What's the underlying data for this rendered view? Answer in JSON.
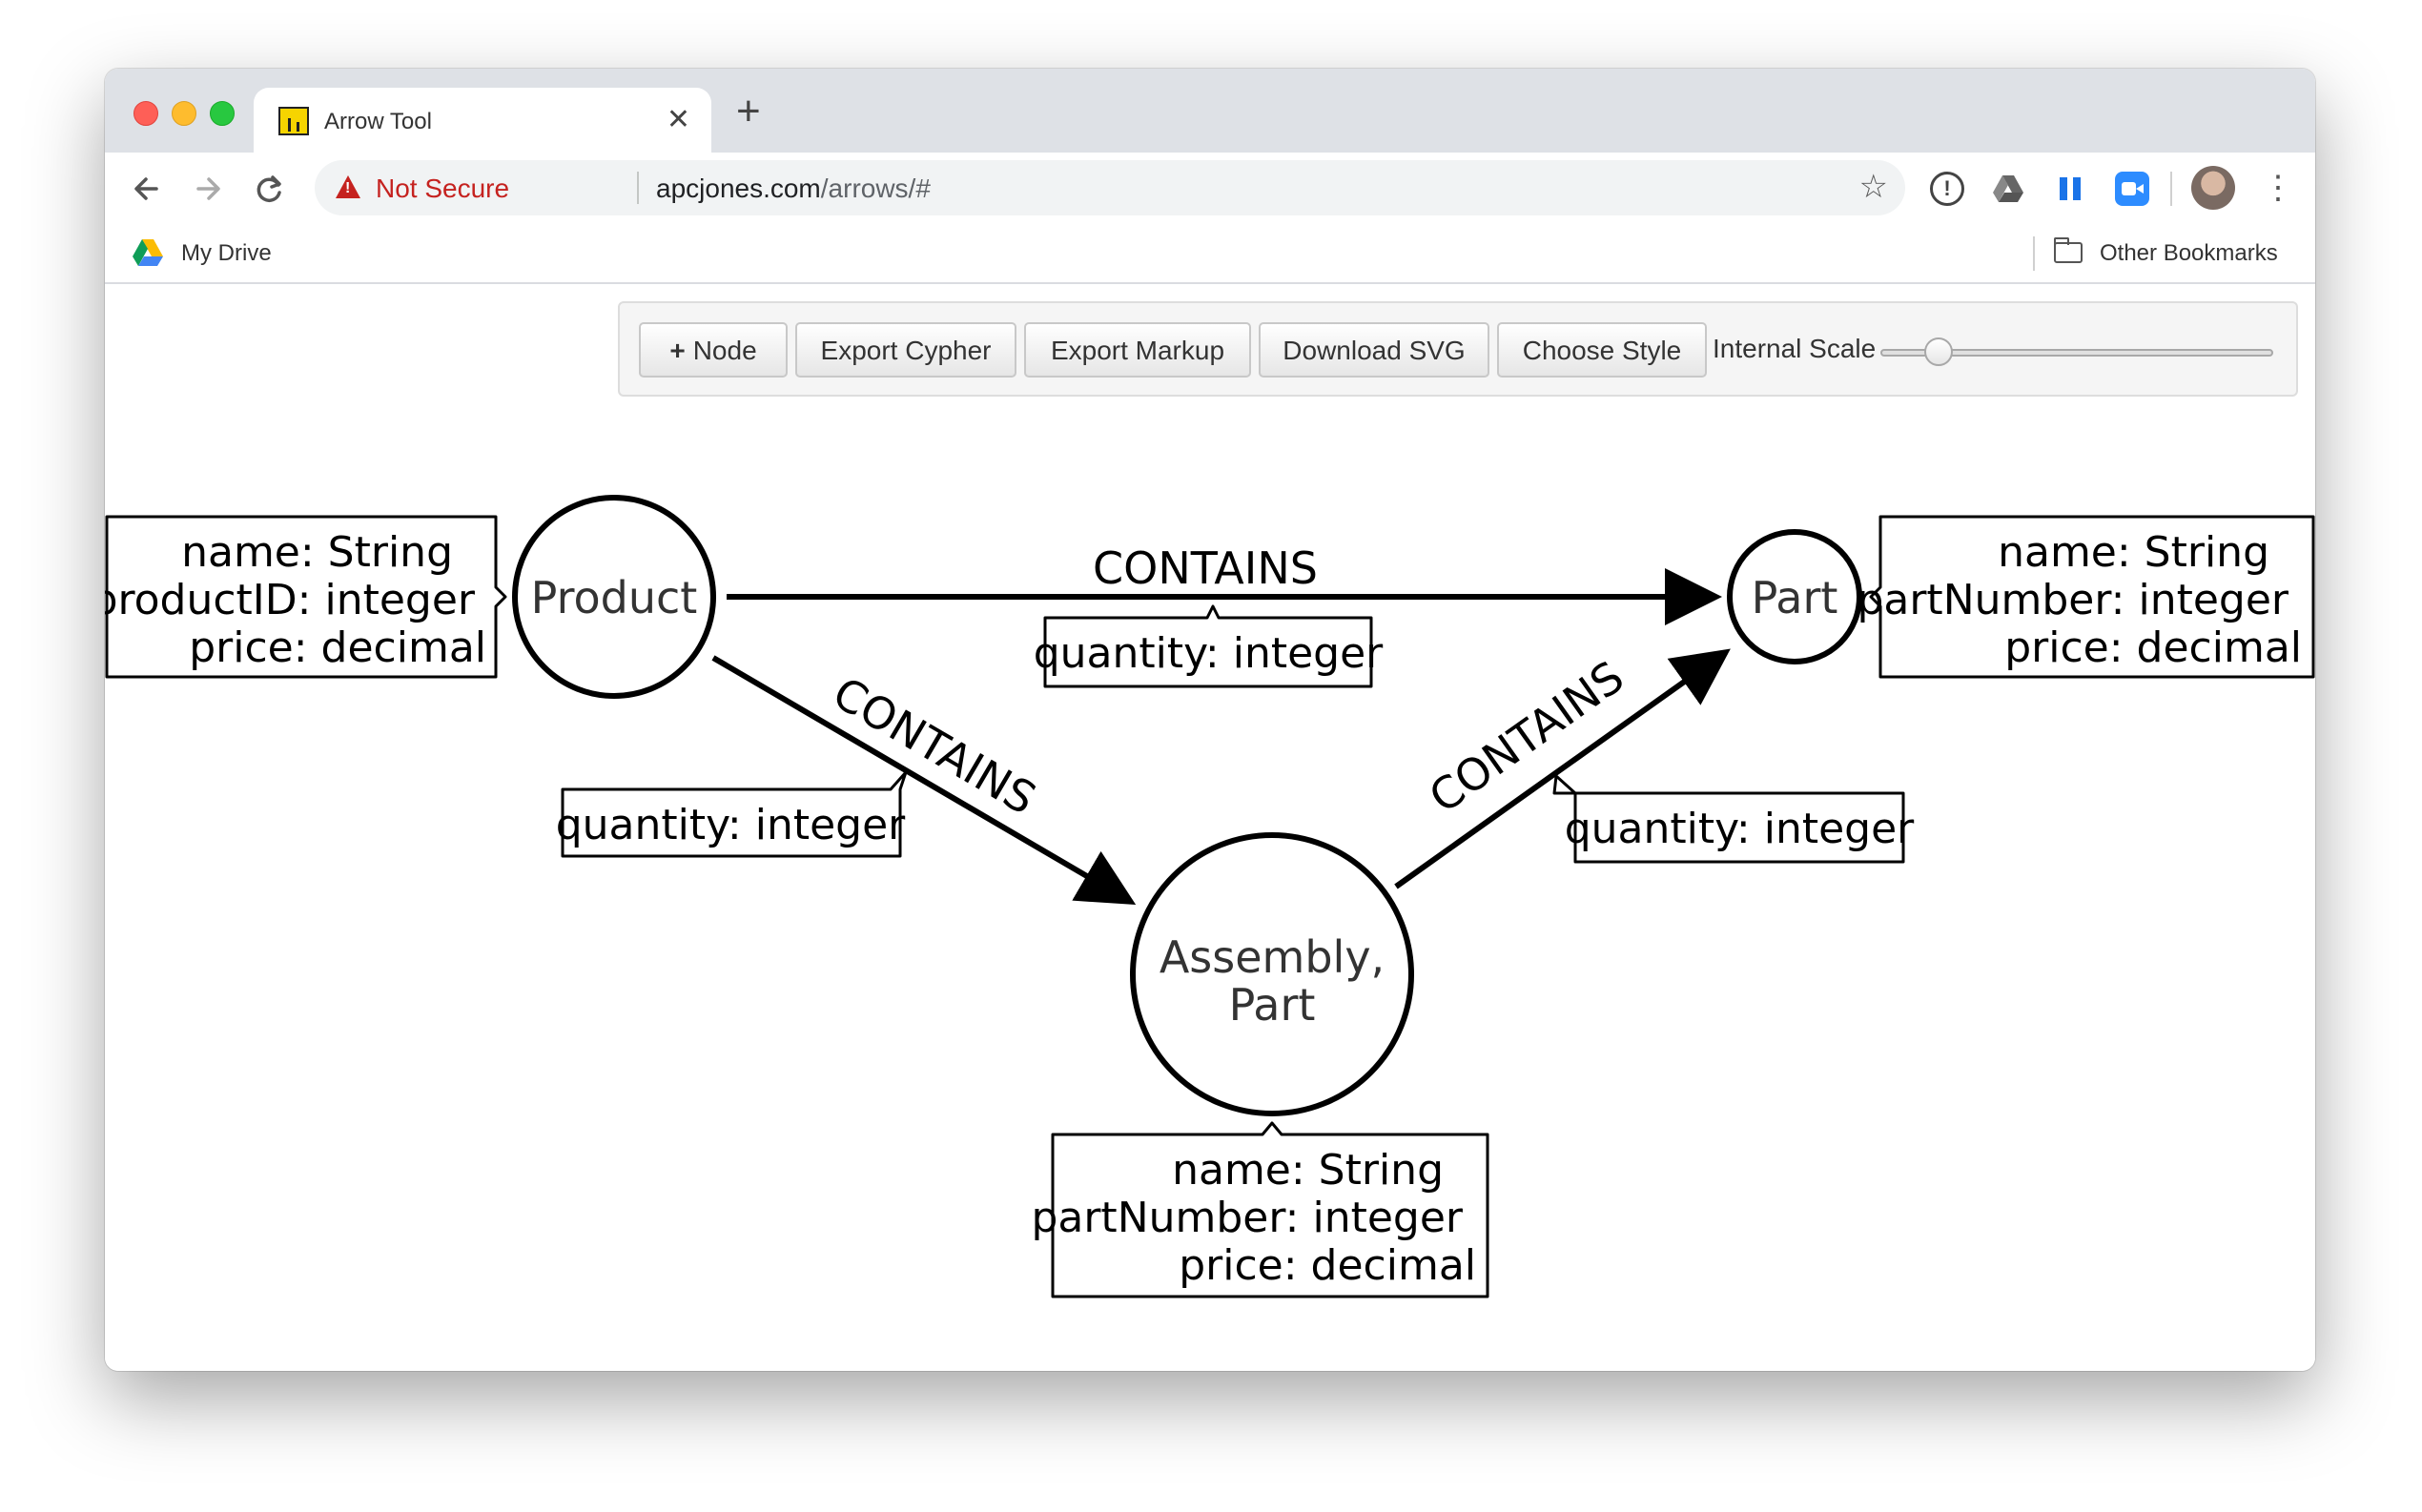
{
  "browser": {
    "tab_title": "Arrow Tool",
    "close_glyph": "✕",
    "newtab_glyph": "+",
    "security_label": "Not Secure",
    "url_domain": "apcjones.com",
    "url_path": "/arrows/#",
    "bookmarks": [
      {
        "label": "My Drive",
        "icon": "google-drive-icon"
      }
    ],
    "other_bookmarks": "Other Bookmarks",
    "extension_icons": [
      "info-icon",
      "google-drive-icon",
      "pause-icon",
      "zoom-icon"
    ]
  },
  "toolbar": {
    "add_node": "Node",
    "add_node_icon": "+",
    "export_cypher": "Export Cypher",
    "export_markup": "Export Markup",
    "download_svg": "Download SVG",
    "choose_style": "Choose Style",
    "scale_label": "Internal Scale",
    "scale_value": 0.12
  },
  "graph": {
    "nodes": [
      {
        "id": "product",
        "caption_lines": [
          "Product"
        ],
        "properties": [
          "name: String",
          "productID: integer",
          "price: decimal"
        ]
      },
      {
        "id": "part",
        "caption_lines": [
          "Part"
        ],
        "properties": [
          "name: String",
          "partNumber: integer",
          "price: decimal"
        ]
      },
      {
        "id": "assembly",
        "caption_lines": [
          "Assembly,",
          "Part"
        ],
        "properties": [
          "name: String",
          "partNumber: integer",
          "price: decimal"
        ]
      }
    ],
    "relationships": [
      {
        "from": "product",
        "to": "part",
        "type": "CONTAINS",
        "properties": [
          "quantity: integer"
        ]
      },
      {
        "from": "product",
        "to": "assembly",
        "type": "CONTAINS",
        "properties": [
          "quantity: integer"
        ]
      },
      {
        "from": "assembly",
        "to": "part",
        "type": "CONTAINS",
        "properties": [
          "quantity: integer"
        ]
      }
    ]
  }
}
